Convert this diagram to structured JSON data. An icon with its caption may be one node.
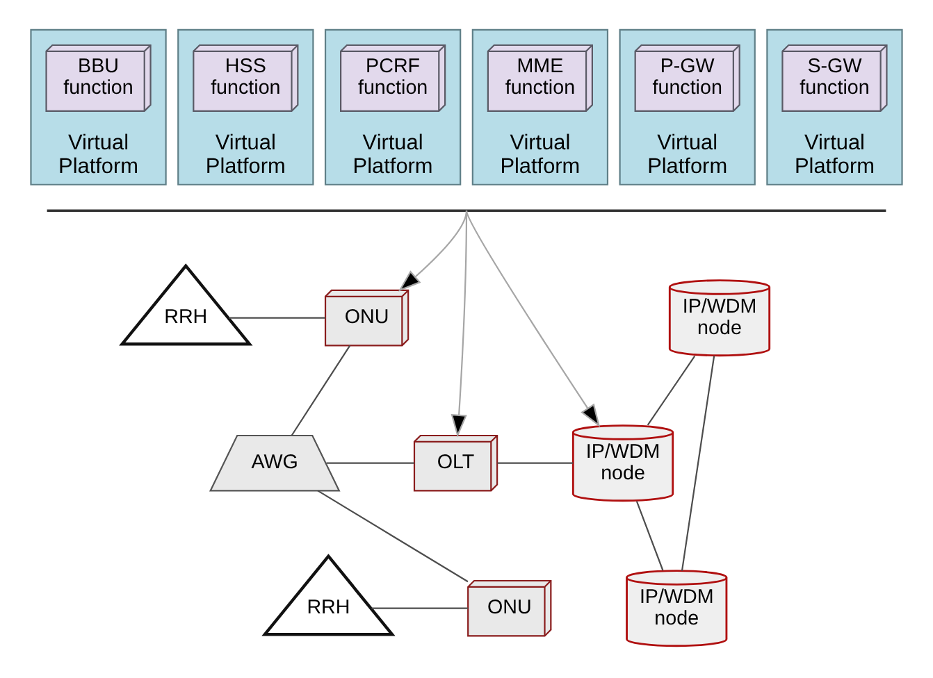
{
  "diagram": {
    "nodes": [
      {
        "text": [
          "Virtual Platform"
        ]
      },
      {
        "text": [
          "BBU function"
        ],
        "in": 0
      },
      {
        "text": [
          "Virtual Platform"
        ]
      },
      {
        "text": [
          "HSS function"
        ],
        "in": 2
      },
      {
        "text": [
          "Virtual Platform"
        ]
      },
      {
        "text": [
          "PCRF function"
        ],
        "in": 4
      },
      {
        "text": [
          "Virtual Platform"
        ]
      },
      {
        "text": [
          "MME function"
        ],
        "in": 6
      },
      {
        "text": [
          "Virtual Platform"
        ]
      },
      {
        "text": [
          "P-GW function"
        ],
        "in": 8
      },
      {
        "text": [
          "Virtual Platform"
        ]
      },
      {
        "text": [
          "S-GW function"
        ],
        "in": 10
      },
      {
        "text": [],
        "shape": "brace"
      },
      {
        "text": [
          "RRH"
        ]
      },
      {
        "text": [
          "ONU"
        ]
      },
      {
        "text": [
          "RRH"
        ]
      },
      {
        "text": [
          "ONU"
        ]
      },
      {
        "text": [
          "AWG"
        ]
      },
      {
        "text": [
          "OLT"
        ]
      },
      {
        "text": [
          "IP/WDM node"
        ]
      },
      {
        "text": [
          "IP/WDM node"
        ]
      },
      {
        "text": [
          "IP/WDM node"
        ]
      }
    ],
    "edges": [
      {
        "from": 12,
        "to": 14,
        "arrow": "to",
        "color": "#a6a6a6"
      },
      {
        "from": 12,
        "to": 18,
        "arrow": "to",
        "color": "#a6a6a6"
      },
      {
        "from": 12,
        "to": 19,
        "arrow": "to",
        "color": "#a6a6a6"
      },
      {
        "from": 13,
        "to": 14,
        "arrow": "none"
      },
      {
        "from": 14,
        "to": 17,
        "arrow": "none"
      },
      {
        "from": 15,
        "to": 16,
        "arrow": "none"
      },
      {
        "from": 16,
        "to": 17,
        "arrow": "none"
      },
      {
        "from": 17,
        "to": 18,
        "arrow": "none"
      },
      {
        "from": 18,
        "to": 19,
        "arrow": "none"
      },
      {
        "from": 19,
        "to": 20,
        "arrow": "none"
      },
      {
        "from": 19,
        "to": 21,
        "arrow": "none"
      },
      {
        "from": 20,
        "to": 21,
        "arrow": "none"
      }
    ]
  }
}
